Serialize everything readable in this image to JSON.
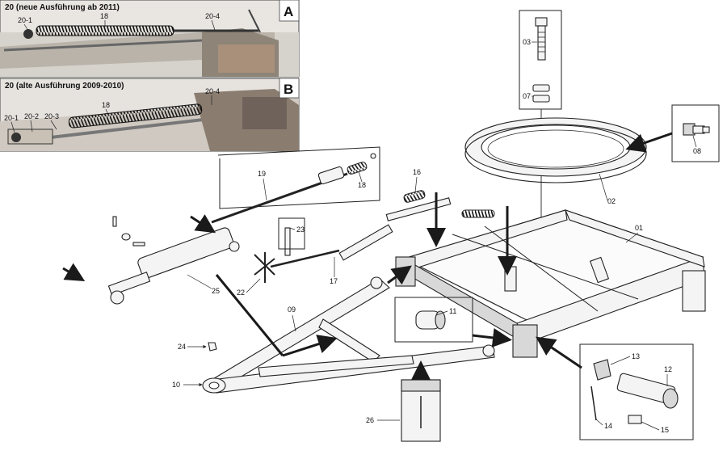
{
  "insets": {
    "a": {
      "title": "20 (neue Ausführung ab 2011)",
      "letter": "A",
      "labels": [
        "20-1",
        "18",
        "20-4"
      ]
    },
    "b": {
      "title": "20 (alte Ausführung 2009-2010)",
      "letter": "B",
      "labels": [
        "20-1",
        "20-2",
        "20-3",
        "18",
        "20-4"
      ]
    }
  },
  "callouts": {
    "p01": "01",
    "p02": "02",
    "p03": "03",
    "p07": "07",
    "p08": "08",
    "p09": "09",
    "p10": "10",
    "p11": "11",
    "p12": "12",
    "p13": "13",
    "p14": "14",
    "p15": "15",
    "p16": "16",
    "p17": "17",
    "p18": "18",
    "p19": "19",
    "p22": "22",
    "p23": "23",
    "p24": "24",
    "p25": "25",
    "p26": "26"
  }
}
